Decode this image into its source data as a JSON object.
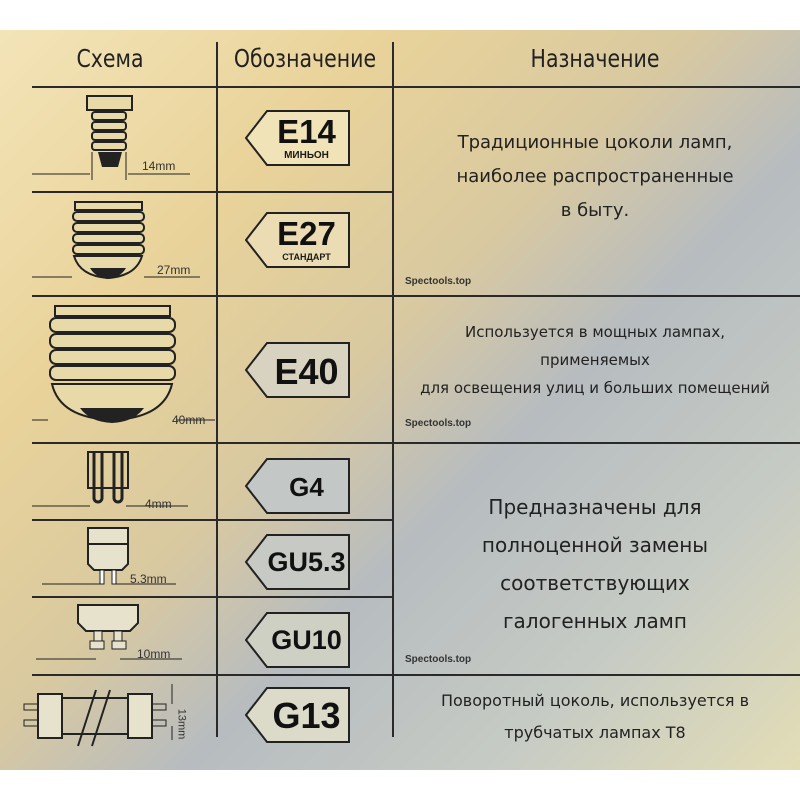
{
  "headers": {
    "scheme": "Схема",
    "designation": "Обозначение",
    "purpose": "Назначение"
  },
  "rows": [
    {
      "code": "E14",
      "sub": "МИНЬОН",
      "dim": "14mm"
    },
    {
      "code": "E27",
      "sub": "СТАНДАРТ",
      "dim": "27mm"
    },
    {
      "code": "E40",
      "dim": "40mm"
    },
    {
      "code": "G4",
      "dim": "4mm"
    },
    {
      "code": "GU5.3",
      "dim": "5.3mm"
    },
    {
      "code": "GU10",
      "dim": "10mm"
    },
    {
      "code": "G13",
      "dim": "13mm"
    }
  ],
  "descriptions": {
    "e14_e27": [
      "Традиционные цоколи ламп,",
      "наиболее распространенные",
      "в быту."
    ],
    "e40": [
      "Используется в мощных лампах,",
      "применяемых",
      "для освещения улиц и больших помещений"
    ],
    "g4_gu": [
      "Предназначены для",
      "полноценной замены",
      "соответствующих",
      "галогенных ламп"
    ],
    "g13": [
      "Поворотный цоколь, используется в",
      "трубчатых лампах Т8"
    ]
  },
  "watermark": "Spectools.top"
}
